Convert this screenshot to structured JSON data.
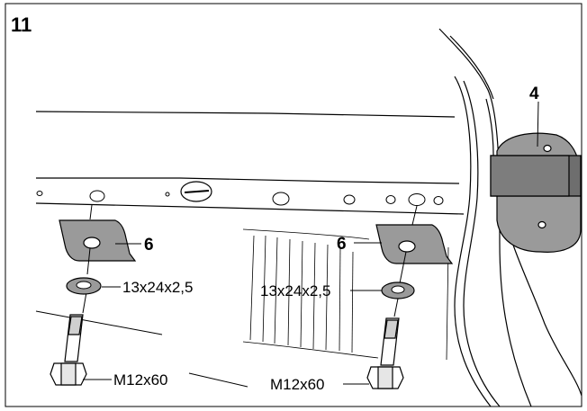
{
  "figure": {
    "step_number": "11",
    "callouts": {
      "bracket_part": "4",
      "spacer_left": "6",
      "spacer_right": "6",
      "washer_left": "13x24x2,5",
      "washer_right": "13x24x2,5",
      "bolt_left": "M12x60",
      "bolt_right": "M12x60"
    }
  }
}
